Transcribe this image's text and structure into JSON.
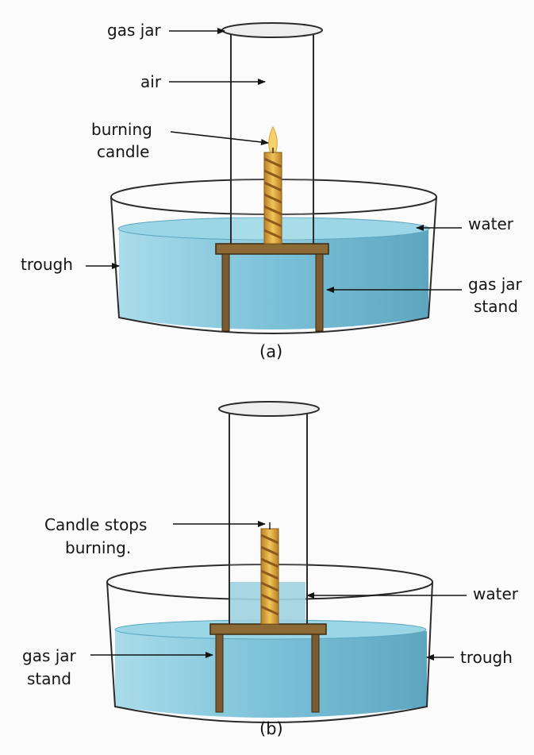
{
  "panel_a": {
    "caption": "(a)",
    "labels": {
      "gas_jar": "gas jar",
      "air": "air",
      "burning_candle_1": "burning",
      "burning_candle_2": "candle",
      "water": "water",
      "trough": "trough",
      "stand_1": "gas jar",
      "stand_2": "stand"
    }
  },
  "panel_b": {
    "caption": "(b)",
    "labels": {
      "candle_stops_1": "Candle stops",
      "candle_stops_2": "burning.",
      "water": "water",
      "stand_1": "gas jar",
      "stand_2": "stand",
      "trough": "trough"
    }
  },
  "colors": {
    "water": "#8ccfe0",
    "water_dark": "#5fa9c4",
    "wood": "#7a5a2e",
    "candle": "#d9a63a",
    "candle_stripe": "#8c5a1c",
    "flame": "#f2c24a",
    "glass_line": "#2b2b2b"
  }
}
